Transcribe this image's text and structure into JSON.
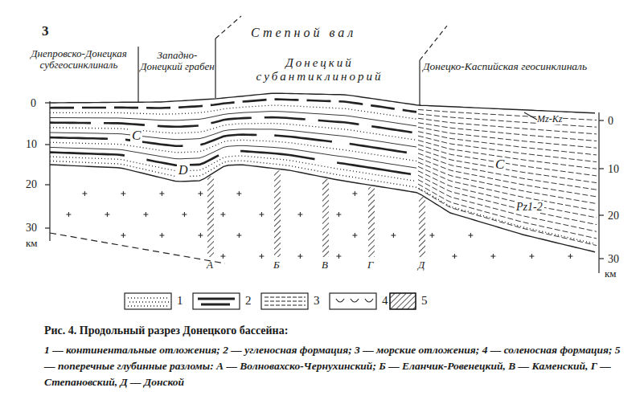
{
  "diagram": {
    "caption": "Рис. 4. Продольный разрез Донецкого бассейна:",
    "labels": [
      "3",
      "Степной вал",
      "Днепровско-Донецкая субгеосинклиналь",
      "Западно-Донецкий грабен",
      "Донецкий субантиклинорий",
      "Донецко-Каспийская геосинклиналь",
      "Mz-Kz",
      "0",
      "10",
      "20",
      "30",
      "км",
      "0",
      "10",
      "20",
      "30",
      "км",
      "C",
      "D",
      "C",
      "Pz1-2",
      "А",
      "Б",
      "В",
      "Г",
      "Д",
      "1 — континентальные отложения; 2 — угленосная формация; 3 — морские отложения; 4 — соленосная формация; 5 — поперечные глубинные разломы: А — Волновахско-Чернухинский; Б — Еланчик-Ровенецкий, В — Каменский, Г — Степановский, Д — Донской"
    ],
    "legend": [
      {
        "text": "1"
      },
      {
        "text": "2"
      },
      {
        "text": "3"
      },
      {
        "text": "4"
      },
      {
        "text": "5"
      }
    ]
  }
}
